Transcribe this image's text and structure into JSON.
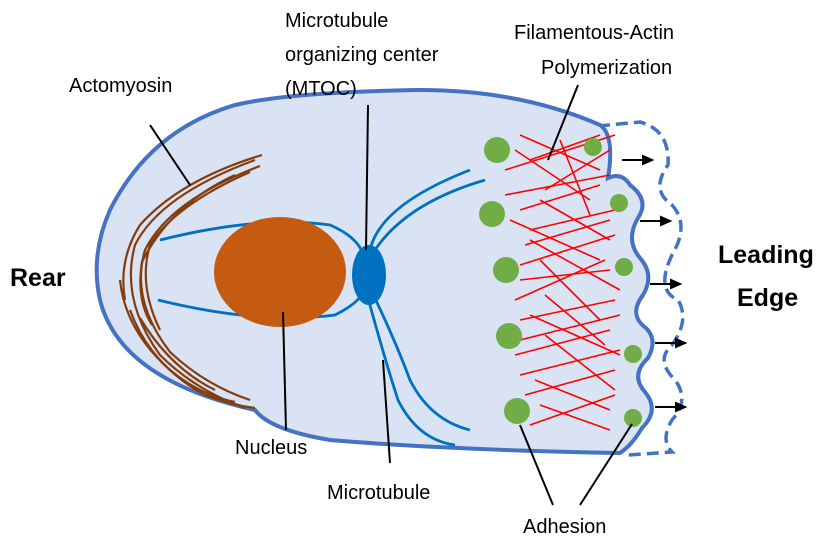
{
  "labels": {
    "actomyosin": "Actomyosin",
    "mtoc_line1": "Microtubule",
    "mtoc_line2": "organizing center",
    "mtoc_line3": "(MTOC)",
    "factin_line1": "Filamentous-Actin",
    "factin_line2": "Polymerization",
    "rear": "Rear",
    "leading_line1": "Leading",
    "leading_line2": "Edge",
    "nucleus": "Nucleus",
    "microtubule": "Microtubule",
    "adhesion": "Adhesion"
  },
  "colors": {
    "cell_fill": "#dae3f3",
    "cell_outline": "#4472c4",
    "nucleus": "#c55a11",
    "mtoc": "#0070c0",
    "microtubule": "#0070c0",
    "actomyosin": "#843c0c",
    "actin": "#ff0000",
    "adhesion": "#70ad47"
  }
}
